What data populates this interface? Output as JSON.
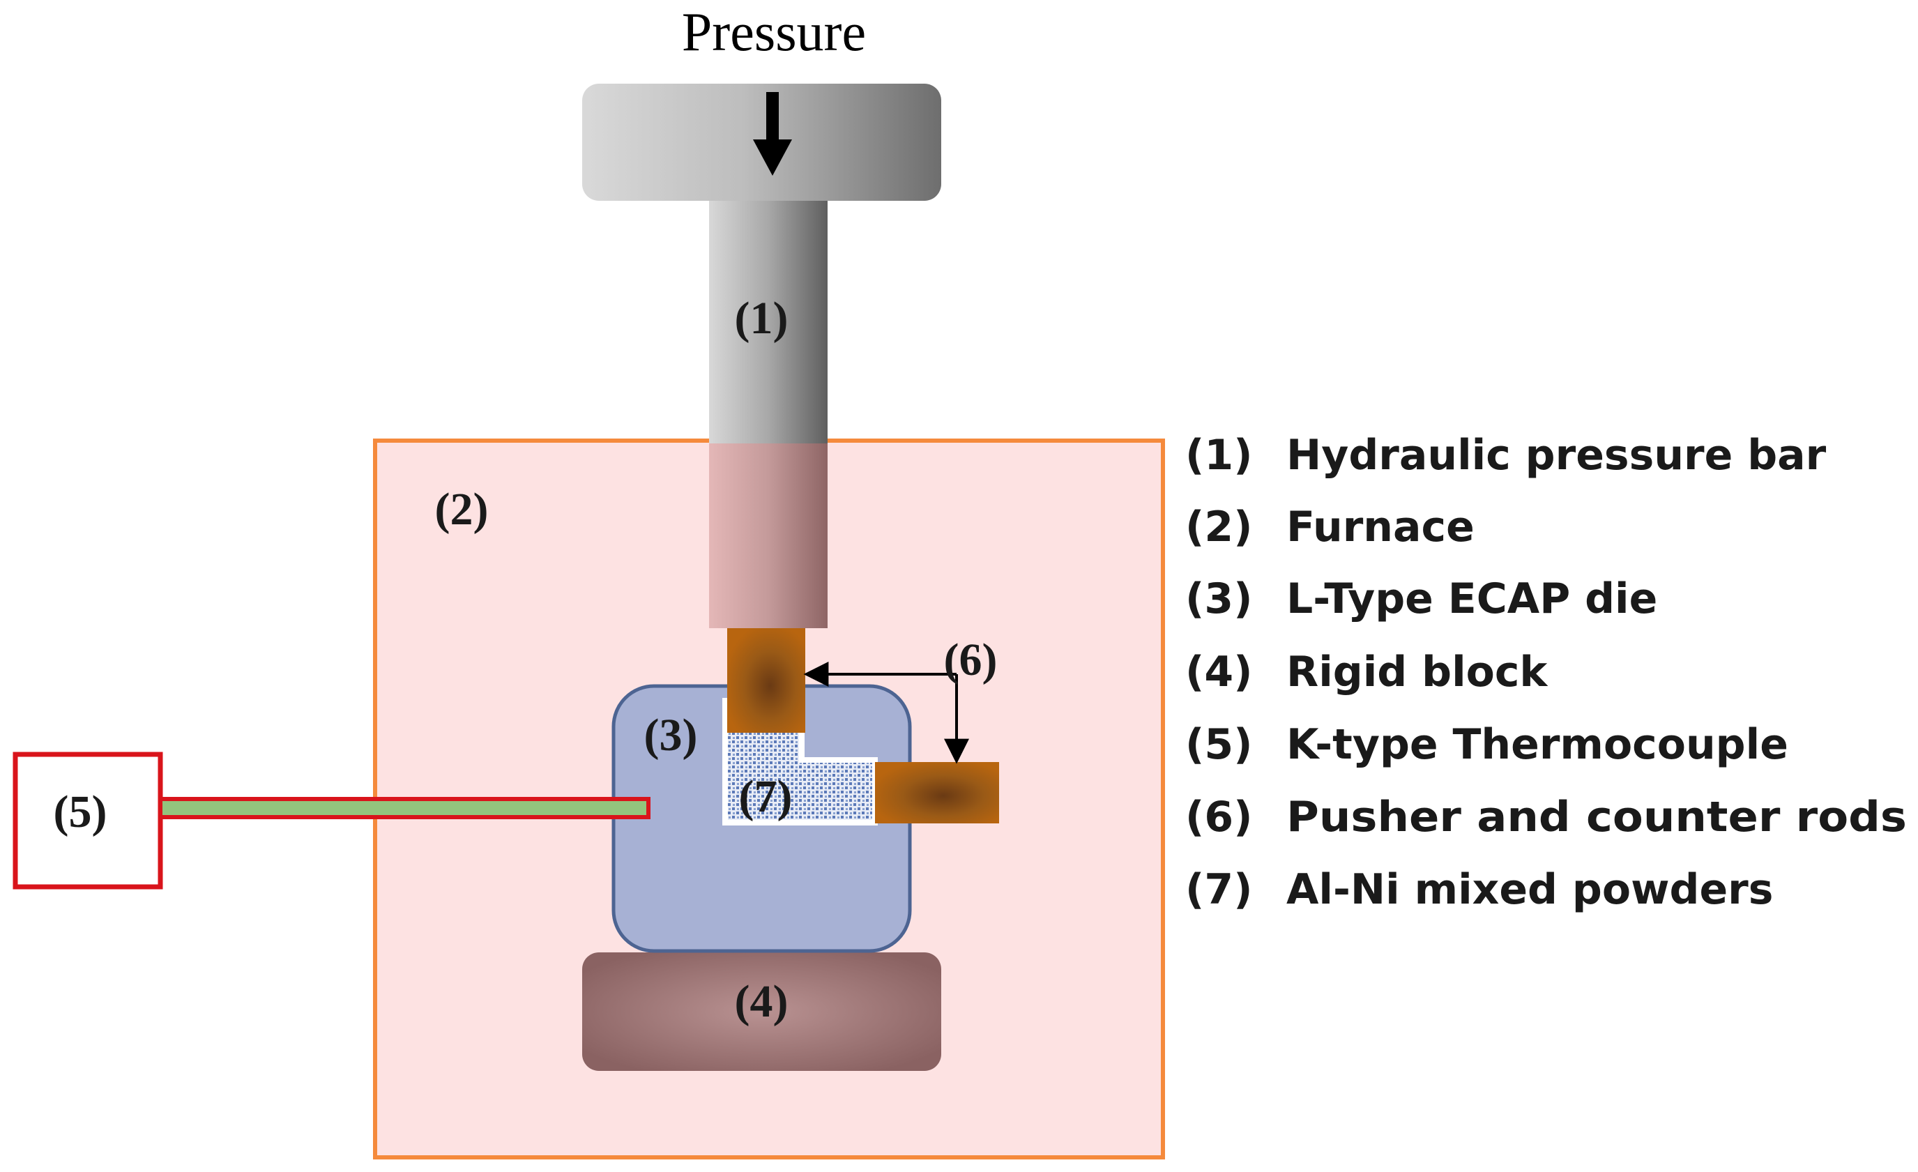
{
  "diagram": {
    "title": "Pressure",
    "labels": {
      "bar": "(1)",
      "furnace": "(2)",
      "die": "(3)",
      "block": "(4)",
      "thermocouple": "(5)",
      "rods": "(6)",
      "powders": "(7)"
    },
    "legend": [
      {
        "num": "(1)",
        "text": "Hydraulic pressure bar"
      },
      {
        "num": "(2)",
        "text": "Furnace"
      },
      {
        "num": "(3)",
        "text": "L-Type ECAP die"
      },
      {
        "num": "(4)",
        "text": "Rigid block"
      },
      {
        "num": "(5)",
        "text": "K-type Thermocouple"
      },
      {
        "num": "(6)",
        "text": "Pusher and counter rods"
      },
      {
        "num": "(7)",
        "text": "Al-Ni mixed powders"
      }
    ],
    "colors": {
      "furnace_fill": "#fde2e2",
      "furnace_border": "#f58a3c",
      "die_fill": "#a7b1d4",
      "die_border": "#4d6492",
      "thermocouple_box": "#d9141b",
      "thermocouple_wire": "#93c47d",
      "rod": "#b8650f",
      "block": "#a07a7a"
    }
  }
}
